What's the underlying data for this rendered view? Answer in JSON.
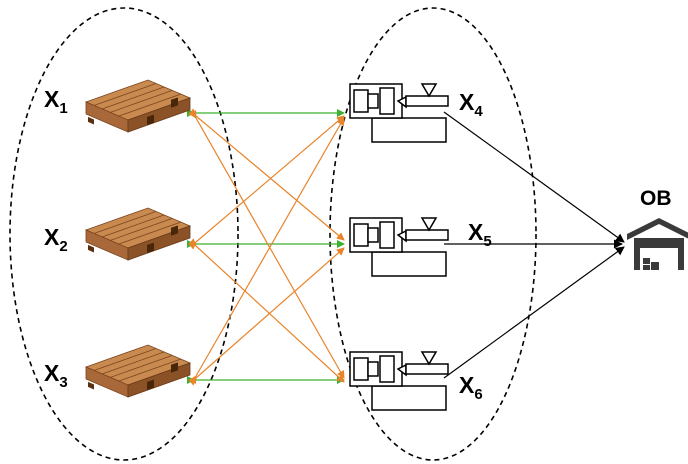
{
  "nodes": {
    "x1": {
      "base": "X",
      "sub": "1"
    },
    "x2": {
      "base": "X",
      "sub": "2"
    },
    "x3": {
      "base": "X",
      "sub": "3"
    },
    "x4": {
      "base": "X",
      "sub": "4"
    },
    "x5": {
      "base": "X",
      "sub": "5"
    },
    "x6": {
      "base": "X",
      "sub": "6"
    }
  },
  "outbound": {
    "label": "OB"
  },
  "colors": {
    "green_edge": "#3cb030",
    "orange_edge": "#e8842a",
    "black_edge": "#000000",
    "pallet_light": "#c98a4f",
    "pallet_dark": "#8a5226",
    "warehouse": "#3a3a3a"
  },
  "icons": {
    "supply_nodes": "pallet-icon",
    "machine_nodes": "injection-molding-machine-icon",
    "outbound_node": "warehouse-icon"
  }
}
